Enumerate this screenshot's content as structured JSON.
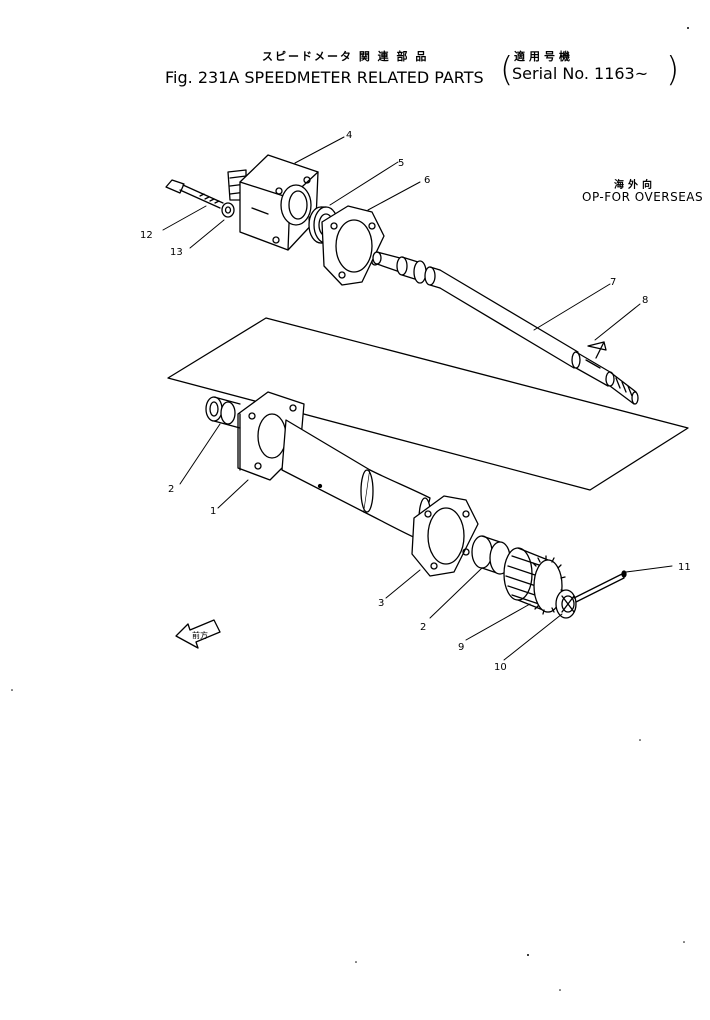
{
  "header": {
    "title_jp": "スピードメータ 関 連 部 品",
    "title": "Fig. 231A SPEEDMETER RELATED PARTS",
    "serial_jp": "適用号機",
    "serial": "Serial No. 1163~"
  },
  "note": {
    "jp": "海外向",
    "text": "OP-FOR OVERSEAS"
  },
  "callouts": {
    "c1": "1",
    "c2a": "2",
    "c2b": "2",
    "c3": "3",
    "c4": "4",
    "c5": "5",
    "c6": "6",
    "c7": "7",
    "c8": "8",
    "c9": "9",
    "c10": "10",
    "c11": "11",
    "c12": "12",
    "c13": "13"
  },
  "arrow_label": "前方"
}
